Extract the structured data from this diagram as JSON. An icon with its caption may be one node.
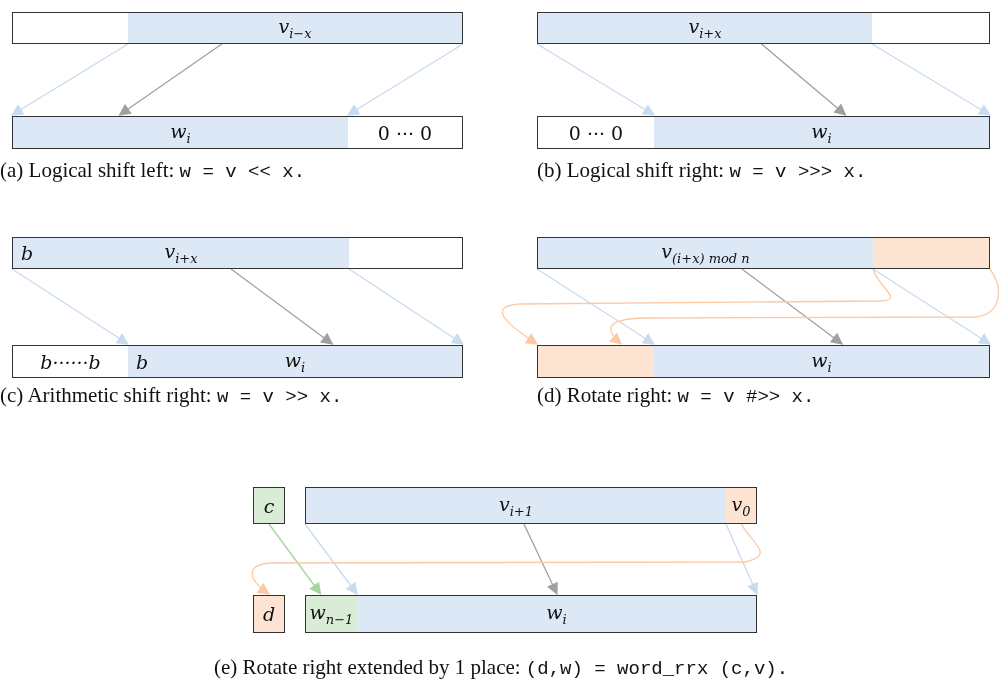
{
  "diagram": {
    "nodes": [
      {
        "text": [],
        "shape": "box"
      },
      {
        "text": [
          "v$_{i−x}$"
        ]
      },
      {
        "text": [
          "w$_{i}$"
        ]
      },
      {
        "text": [
          "0 ··· 0"
        ]
      },
      {
        "text": [
          "v$_{i+x}$"
        ]
      },
      {
        "text": [],
        "shape": "box"
      },
      {
        "text": [
          "0 ··· 0"
        ]
      },
      {
        "text": [
          "w$_{i}$"
        ]
      },
      {
        "text": [
          "b",
          "v$_{i+x}$"
        ]
      },
      {
        "text": [],
        "shape": "box"
      },
      {
        "text": [
          "b······b"
        ]
      },
      {
        "text": [
          "b",
          "w$_{i}$"
        ]
      },
      {
        "text": [
          "v$_{(i+x) mod n}$"
        ]
      },
      {
        "text": [],
        "shape": "box"
      },
      {
        "text": [],
        "shape": "box"
      },
      {
        "text": [
          "w$_{i}$"
        ]
      },
      {
        "text": [
          "c"
        ]
      },
      {
        "text": [
          "v$_{i+1}$"
        ]
      },
      {
        "text": [
          "v$_{0}$"
        ]
      },
      {
        "text": [
          "d"
        ]
      },
      {
        "text": [
          "w$_{n−1}$"
        ]
      },
      {
        "text": [
          "w$_{i}$"
        ]
      }
    ],
    "edges": [
      {
        "from": 1,
        "to": 2,
        "arrow": "to"
      },
      {
        "from": 1,
        "to": 2,
        "arrow": "to",
        "color": "#a0a0a0"
      },
      {
        "from": 1,
        "to": 2,
        "arrow": "to"
      },
      {
        "from": 4,
        "to": 7,
        "arrow": "to"
      },
      {
        "from": 4,
        "to": 7,
        "arrow": "to",
        "color": "#a0a0a0"
      },
      {
        "from": 4,
        "to": 7,
        "arrow": "to"
      },
      {
        "from": 8,
        "to": 11,
        "arrow": "to"
      },
      {
        "from": 8,
        "to": 11,
        "arrow": "to",
        "color": "#a0a0a0"
      },
      {
        "from": 8,
        "to": 11,
        "arrow": "to"
      },
      {
        "from": 12,
        "to": 15,
        "arrow": "to"
      },
      {
        "from": 12,
        "to": 15,
        "arrow": "to",
        "color": "#a0a0a0"
      },
      {
        "from": 12,
        "to": 15,
        "arrow": "to"
      },
      {
        "from": 13,
        "to": 14,
        "arrow": "to",
        "color": "#fcc9a4"
      },
      {
        "from": 13,
        "to": 14,
        "arrow": "to",
        "color": "#fcc9a4"
      },
      {
        "from": 16,
        "to": 20,
        "arrow": "to",
        "color": "#a6d4a0"
      },
      {
        "from": 17,
        "to": 21,
        "arrow": "to"
      },
      {
        "from": 17,
        "to": 21,
        "arrow": "to",
        "color": "#a0a0a0"
      },
      {
        "from": 17,
        "to": 21,
        "arrow": "to"
      },
      {
        "from": 18,
        "to": 19,
        "arrow": "to",
        "color": "#fcc9a4"
      }
    ],
    "labels": [
      "(a) Logical shift left:",
      "w = v << x.",
      "(b) Logical shift right:",
      "w = v >>> x.",
      "(c) Arithmetic shift right:",
      "w = v >> x.",
      "(d) Rotate right:",
      "w = v #>> x.",
      "(e) Rotate right extended by 1 place:",
      "(d,w) = word_rrx (c,v)."
    ]
  }
}
